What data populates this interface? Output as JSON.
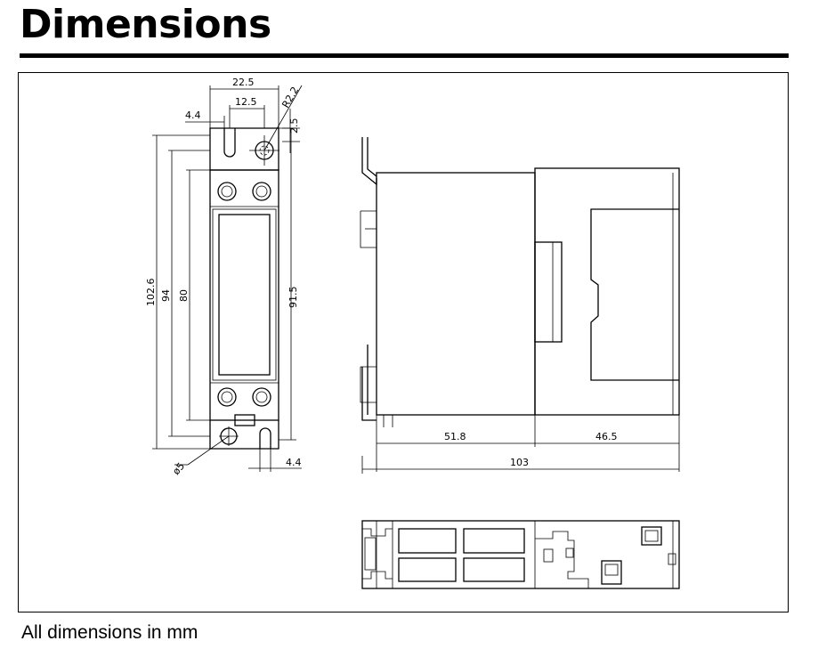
{
  "title": "Dimensions",
  "footnote": "All dimensions in mm",
  "front_view": {
    "dims": {
      "width": "22.5",
      "hole_spacing": "12.5",
      "slot_offset": "4.4",
      "radius": "R2.2",
      "hole_top": "2.5",
      "overall_height": "102.6",
      "mount_height": "94",
      "body_height": "80",
      "inner_height": "91.5",
      "hole_dia": "ø5",
      "bottom_slot": "4.4"
    }
  },
  "side_view": {
    "dims": {
      "depth_rear": "51.8",
      "depth_front": "46.5",
      "total_depth": "103"
    }
  }
}
